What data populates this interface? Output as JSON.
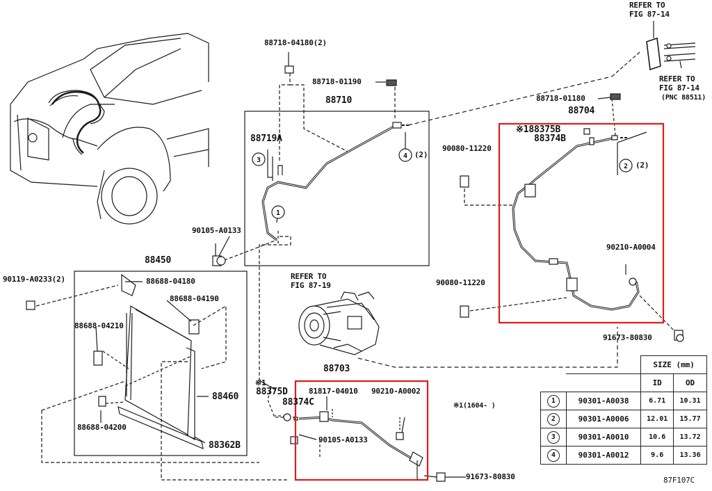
{
  "labels": {
    "p88718_04180": "88718-04180(2)",
    "p88718_01190": "88718-01190",
    "p88710": "88710",
    "p88719A": "88719A",
    "c4_2": "(2)",
    "p90105_a": "90105-A0133",
    "p88450": "88450",
    "p90119": "90119-A0233(2)",
    "p88688_04180": "88688-04180",
    "p88688_04190": "88688-04190",
    "p88688_04210": "88688-04210",
    "p88460": "88460",
    "p88688_04200": "88688-04200",
    "p88362B": "88362B",
    "refer_87_19_a": "REFER TO",
    "refer_87_19_b": "FIG 87-19",
    "p88703": "88703",
    "note1_mark": "※1",
    "p88375D": "88375D",
    "p88374C": "88374C",
    "p81817": "81817-04010",
    "p90210_b": "90210-A0002",
    "p90105_b": "90105-A0133",
    "p91673_b": "91673-80830",
    "note1_text": "※1(1604-    )",
    "refer_87_14_top_a": "REFER TO",
    "refer_87_14_top_b": "FIG 87-14",
    "refer_87_14_r_a": "REFER TO",
    "refer_87_14_r_b": "FIG 87-14",
    "refer_87_14_r_c": "(PNC 88511)",
    "p88718_01180": "88718-01180",
    "p88704": "88704",
    "p88375B": "※188375B",
    "p88374B": "88374B",
    "p90080_a": "90080-11220",
    "c2_2": "(2)",
    "p90210_a": "90210-A0004",
    "p90080_b": "90080-11220",
    "p91673_a": "91673-80830",
    "fig_code": "87F107C"
  },
  "callouts": [
    "1",
    "2",
    "3",
    "4"
  ],
  "size_table": {
    "title": "SIZE (mm)",
    "col_id": "ID",
    "col_od": "OD",
    "rows": [
      {
        "ref": "1",
        "part": "90301-A0038",
        "id": "6.71",
        "od": "10.31"
      },
      {
        "ref": "2",
        "part": "90301-A0006",
        "id": "12.01",
        "od": "15.77"
      },
      {
        "ref": "3",
        "part": "90301-A0010",
        "id": "10.6",
        "od": "13.72"
      },
      {
        "ref": "4",
        "part": "90301-A0012",
        "id": "9.6",
        "od": "13.36"
      }
    ]
  },
  "colors": {
    "highlight": "#e01b1b",
    "line": "#1a1a1a"
  }
}
